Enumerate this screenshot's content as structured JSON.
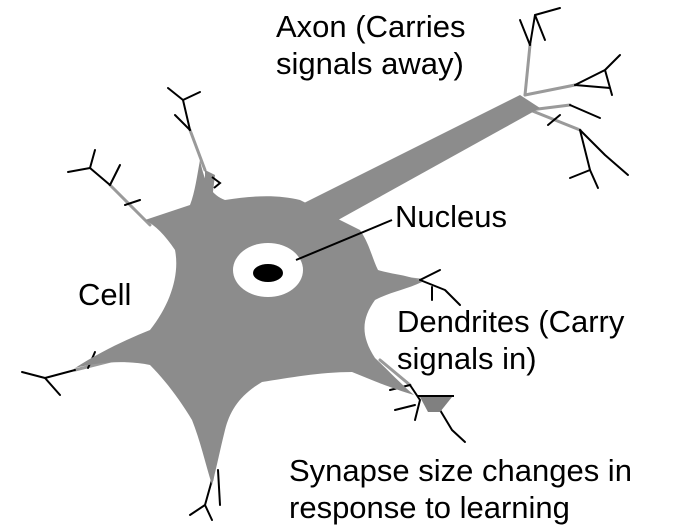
{
  "labels": {
    "axon": [
      "Axon (Carries",
      "signals away)"
    ],
    "nucleus": "Nucleus",
    "cell": "Cell",
    "dendrites": [
      "Dendrites (Carry",
      "signals in)"
    ],
    "synapse": [
      "Synapse size changes in",
      "response to learning"
    ]
  },
  "colors": {
    "cell_body": "#8c8c8c",
    "nucleus_ring": "#ffffff",
    "nucleolus": "#000000",
    "dendrite_tips": "#000000",
    "dendrite_stems": "#9a9a9a",
    "synapse_fill": "#808080",
    "background": "#ffffff"
  }
}
